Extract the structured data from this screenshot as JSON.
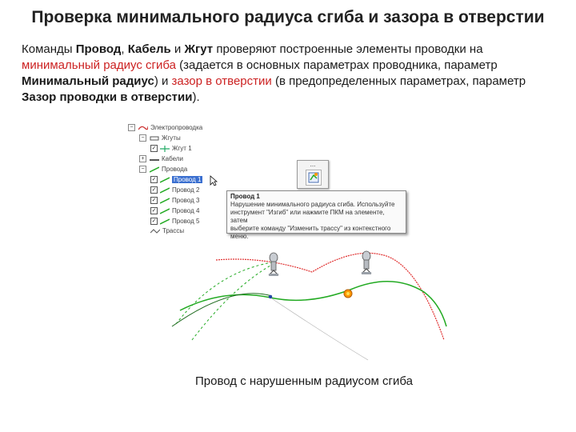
{
  "title": "Проверка минимального радиуса сгиба и зазора в отверстии",
  "paragraph": {
    "p1": "Команды ",
    "b1": "Провод",
    "p2": ", ",
    "b2": "Кабель",
    "p3": " и ",
    "b3": "Жгут",
    "p4": " проверяют построенные элементы проводки на ",
    "r1": "минимальный радиус сгиба",
    "p5": " (задается в основных параметрах проводника, параметр ",
    "b4": "Минимальный радиус",
    "p6": ") и ",
    "r2": "зазор в отверстии",
    "p7": " (в предопределенных параметрах, параметр ",
    "b5": "Зазор проводки в отверстии",
    "p8": ")."
  },
  "tree": {
    "root": "Электропроводка",
    "harnesses": "Жгуты",
    "harness1": "Жгут 1",
    "cables": "Кабели",
    "wires": "Провода",
    "wire1": "Провод 1",
    "wire2": "Провод 2",
    "wire3": "Провод 3",
    "wire4": "Провод 4",
    "wire5": "Провод 5",
    "routes": "Трассы"
  },
  "toolbar": {
    "dots": "..."
  },
  "tooltip": {
    "title": "Провод 1",
    "line1": "Нарушение минимального радиуса сгиба. Используйте",
    "line2": "инструмент \"Изгиб\" или нажмите ПКМ на элементе, затем",
    "line3": "выберите команду \"Изменить трассу\" из контекстного",
    "line4": "меню."
  },
  "caption": "Провод с нарушенным радиусом сгиба",
  "colors": {
    "red_text": "#cc2222",
    "selection": "#3a6fd0",
    "wire_red": "#e03030",
    "wire_green": "#22aa22",
    "wire_dark": "#1f6b1f",
    "marker_orange": "#ff9900"
  }
}
